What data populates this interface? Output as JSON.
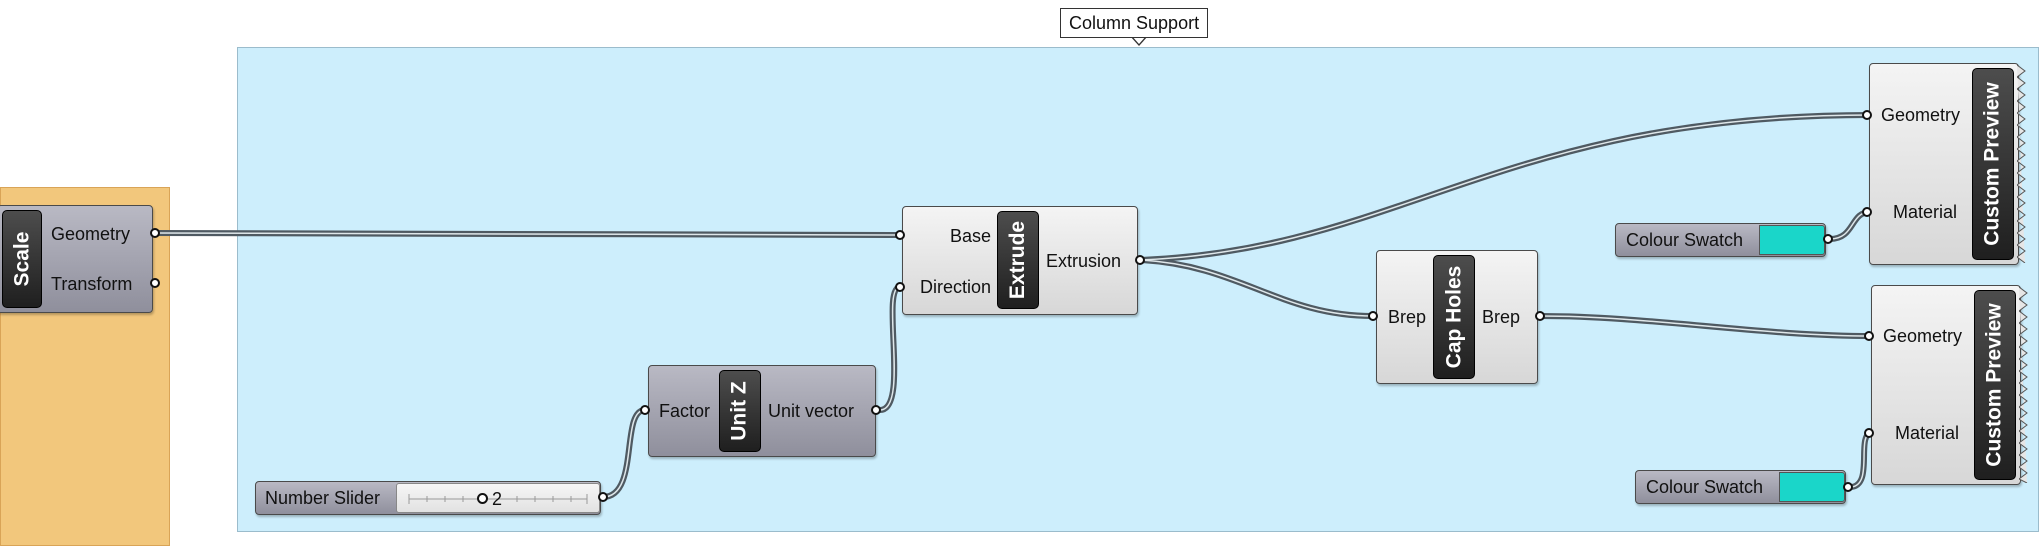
{
  "group": {
    "title": "Column Support"
  },
  "components": {
    "scale": {
      "nickname": "Scale",
      "outputs": [
        "Geometry",
        "Transform"
      ]
    },
    "extrude": {
      "nickname": "Extrude",
      "inputs": [
        "Base",
        "Direction"
      ],
      "outputs": [
        "Extrusion"
      ]
    },
    "unit_z": {
      "nickname": "Unit Z",
      "inputs": [
        "Factor"
      ],
      "outputs": [
        "Unit vector"
      ]
    },
    "cap_holes": {
      "nickname": "Cap Holes",
      "inputs": [
        "Brep"
      ],
      "outputs": [
        "Brep"
      ]
    },
    "custom_preview_1": {
      "nickname": "Custom Preview",
      "inputs": [
        "Geometry",
        "Material"
      ]
    },
    "custom_preview_2": {
      "nickname": "Custom Preview",
      "inputs": [
        "Geometry",
        "Material"
      ]
    },
    "number_slider": {
      "label": "Number Slider",
      "value": "2"
    },
    "colour_swatch_1": {
      "label": "Colour Swatch",
      "color": "#1ad6c9"
    },
    "colour_swatch_2": {
      "label": "Colour Swatch",
      "color": "#1ad6c9"
    }
  },
  "colors": {
    "group_fill": "#cdeefc",
    "outer_group_fill": "#f2c77c",
    "wire": "#4f5a62"
  }
}
